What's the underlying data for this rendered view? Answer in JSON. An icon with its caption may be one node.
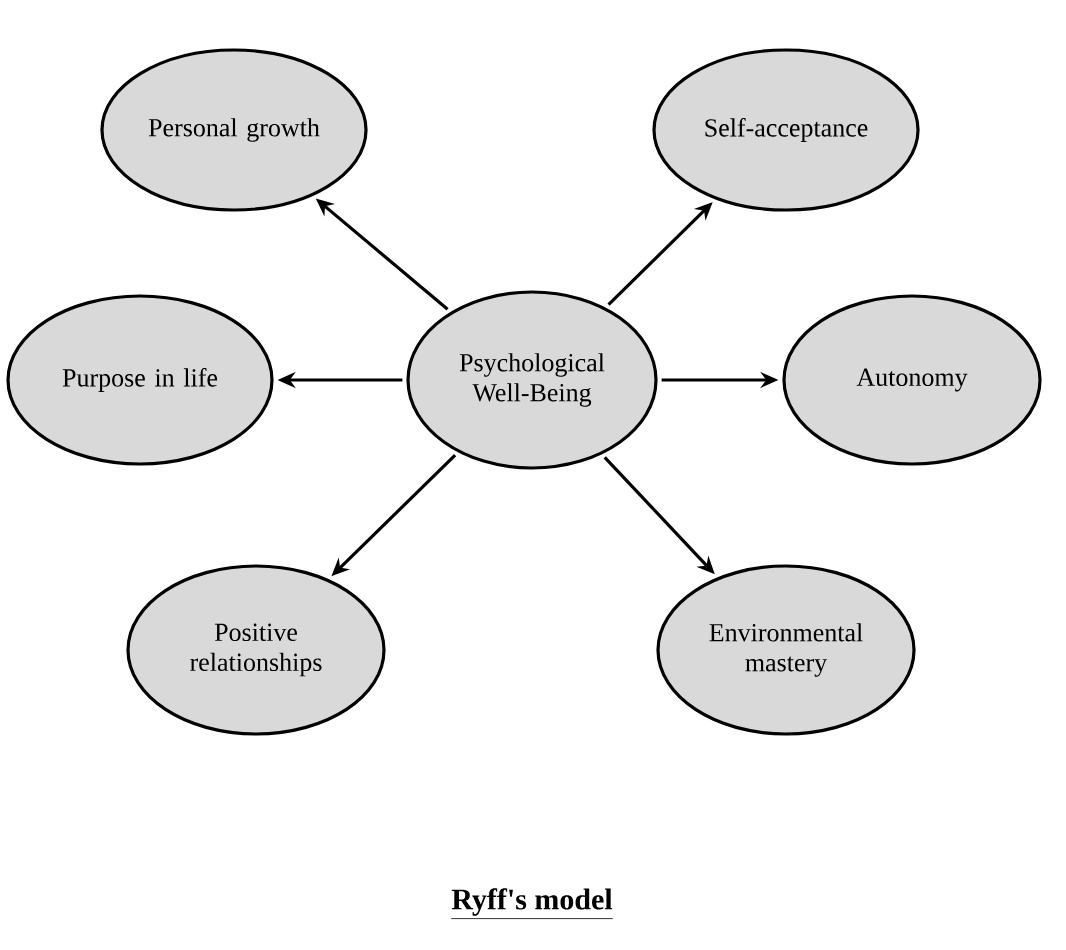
{
  "diagram": {
    "caption": "Ryff's model",
    "nodes": [
      {
        "text": [
          "Personal growth"
        ]
      },
      {
        "text": [
          "Self-acceptance"
        ]
      },
      {
        "text": [
          "Purpose in life"
        ]
      },
      {
        "text": [
          "Psychological Well-Being"
        ]
      },
      {
        "text": [
          "Autonomy"
        ]
      },
      {
        "text": [
          "Positive relationships"
        ]
      },
      {
        "text": [
          "Environmental mastery"
        ]
      }
    ],
    "edges": [
      {
        "from": 3,
        "to": 0,
        "arrow": "to"
      },
      {
        "from": 3,
        "to": 1,
        "arrow": "to"
      },
      {
        "from": 3,
        "to": 2,
        "arrow": "to"
      },
      {
        "from": 3,
        "to": 4,
        "arrow": "to"
      },
      {
        "from": 3,
        "to": 5,
        "arrow": "to"
      },
      {
        "from": 3,
        "to": 6,
        "arrow": "to"
      }
    ]
  }
}
